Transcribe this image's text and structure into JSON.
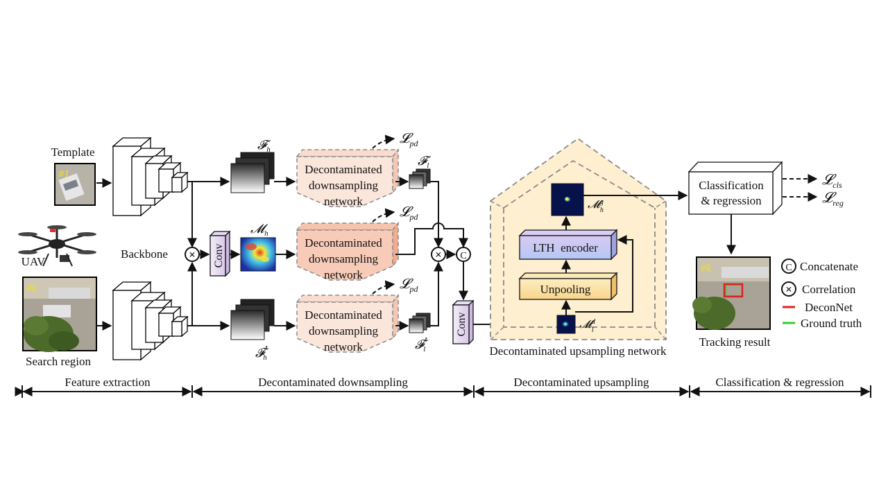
{
  "inputs": {
    "template_label": "Template",
    "template_frame": "#1",
    "uav_label": "UAV",
    "search_label": "Search region",
    "search_frame": "#k",
    "backbone_label": "Backbone"
  },
  "blocks": {
    "conv_label": "Conv",
    "dds_line1": "Decontaminated",
    "dds_line2": "downsampling",
    "dds_line3": "network",
    "cls_line1": "Classification",
    "cls_line2": "& regression",
    "lth_encoder": "LTH  encoder",
    "unpooling": "Unpooling",
    "upsampling_network_label": "Decontaminated upsampling network",
    "tracking_result": "Tracking result",
    "tracking_frame": "#k"
  },
  "symbols": {
    "f_h": "𝓕",
    "sub_h": "h",
    "sub_l": "l",
    "prime": "′",
    "m": "𝓜",
    "sup_g": "g",
    "sup_d": "d",
    "loss": "𝓛",
    "sub_pd": "pd",
    "sub_cls": "cls",
    "sub_reg": "reg",
    "concat_glyph": "C",
    "corr_glyph": "×"
  },
  "legend": {
    "concatenate": "Concatenate",
    "correlation": "Correlation",
    "deconnet": "DeconNet",
    "ground_truth": "Ground truth",
    "deconnet_color": "#e02020",
    "ground_truth_color": "#2ecc2e"
  },
  "stages": {
    "feature_extraction": "Feature extraction",
    "decontaminated_downsampling": "Decontaminated downsampling",
    "decontaminated_upsampling": "Decontaminated upsampling",
    "classification_regression": "Classification & regression"
  },
  "colors": {
    "dds_fill": "#fbe6dc",
    "dds_fill_mid": "#f8cbb8",
    "house_fill": "#fdefcf",
    "lth_fill": "#c8c6f2",
    "unpool_fill": "#fde2a6",
    "conv_fill": "#ece3f5"
  }
}
